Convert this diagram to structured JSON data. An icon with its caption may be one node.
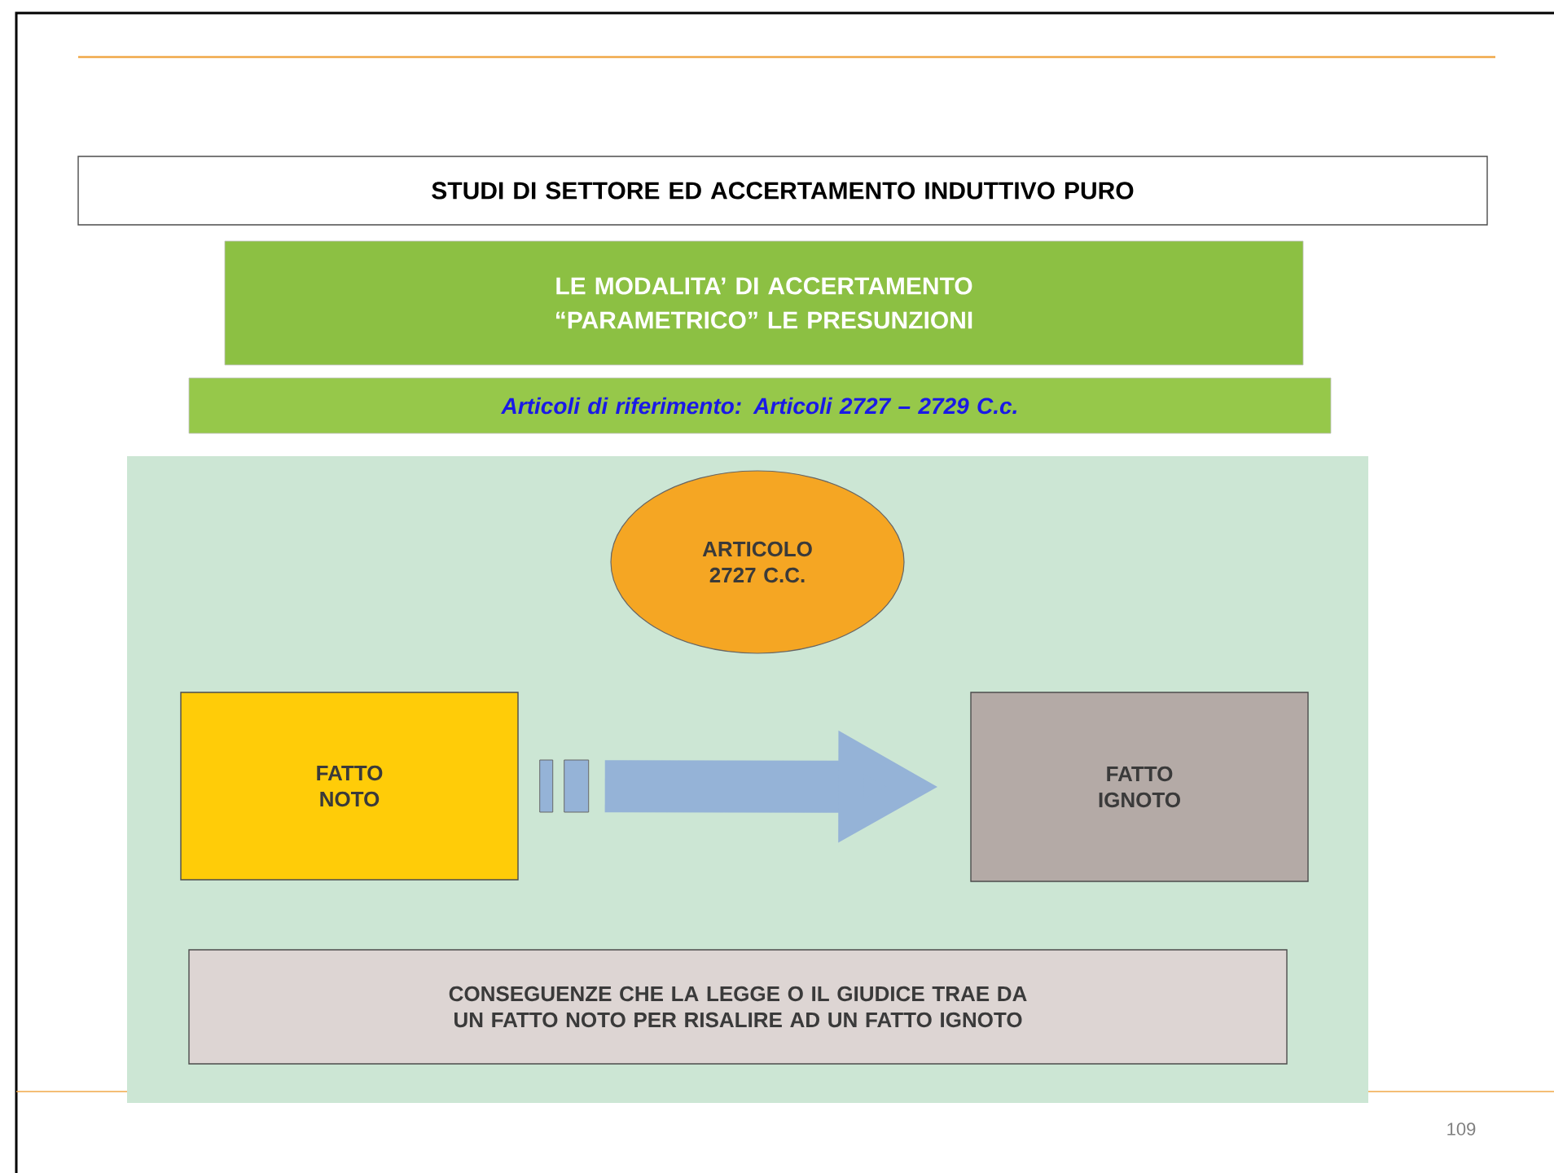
{
  "diagram": {
    "nodes": [
      {
        "text": [
          "STUDI DI SETTORE ED ACCERTAMENTO INDUTTIVO PURO"
        ]
      },
      {
        "text": [
          "LE MODALITA’ DI ACCERTAMENTO “PARAMETRICO” LE PRESUNZIONI"
        ]
      },
      {
        "text": [
          "Articoli di riferimento: Articoli 2727 – 2729 C.c."
        ]
      },
      {
        "text": [],
        "shape": "box"
      },
      {
        "text": [
          "ARTICOLO 2727 C.C."
        ],
        "in": 3
      },
      {
        "text": [
          "FATTO NOTO"
        ],
        "in": 3
      },
      {
        "text": [
          "FATTO IGNOTO"
        ],
        "in": 3
      },
      {
        "text": [
          "CONSEGUENZE CHE LA LEGGE O IL GIUDICE TRAE DA UN FATTO NOTO PER RISALIRE AD UN FATTO IGNOTO"
        ],
        "in": 3
      }
    ],
    "edges": [
      {
        "from": 5,
        "to": 6,
        "arrow": "to"
      }
    ],
    "labels": [
      "109"
    ]
  }
}
